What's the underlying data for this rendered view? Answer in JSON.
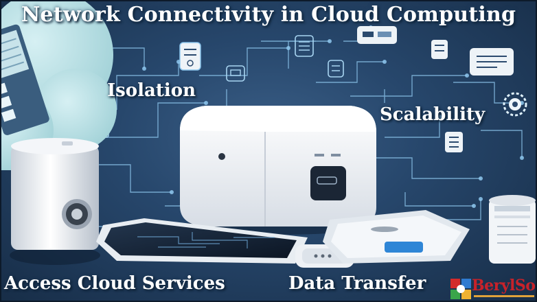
{
  "title": "Network Connectivity in Cloud Computing",
  "labels": {
    "isolation": "Isolation",
    "scalability": "Scalability",
    "access": "Access Cloud Services",
    "transfer": "Data Transfer"
  },
  "logo": {
    "text": "BerylSoft",
    "icon": "berylsoft-logo-icon"
  },
  "colors": {
    "background": "#27476c",
    "circuit": "#8ec7ee",
    "device": "#f2f4f7",
    "label": "#ffffff",
    "logo_red": "#c8222a"
  },
  "icons": [
    "cloud-icon",
    "server-icon",
    "tablet-icon",
    "phone-icon",
    "cylinder-server-icon",
    "jar-icon",
    "gear-icon",
    "document-icon"
  ]
}
